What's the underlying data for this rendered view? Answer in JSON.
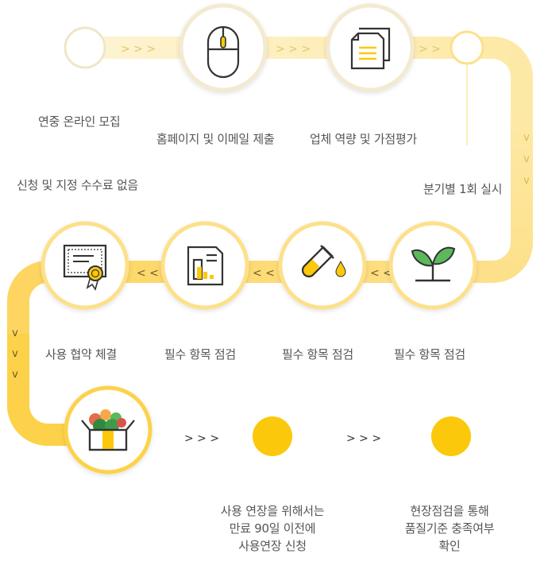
{
  "steps": {
    "recruit": "연중 온라인 모집",
    "submit": "홈페이지 및 이메일 제출",
    "evaluate": "업체 역량 및 가점평가",
    "quarterly": "분기별 1회 실시",
    "no_fee": "신청 및 지정 수수료 없음",
    "agreement": "사용 협약 체결",
    "check_1": "필수 항목 점검",
    "check_2": "필수 항목 점검",
    "check_3": "필수 항목 점검",
    "renewal": "사용 연장을 위해서는\n만료 90일 이전에\n사용연장 신청",
    "inspection": "현장점검을 통해\n품질기준 충족여부 확인"
  },
  "arrows": {
    "right": ">  >  >",
    "right_short": ">  >",
    "left": "<  <",
    "down": "v"
  },
  "colors": {
    "track_light": "#fdf0c2",
    "track_mid": "#fde08a",
    "track_yellow": "#fdd24a",
    "accent": "#fcc80c",
    "icon_dark": "#333333",
    "text": "#555555"
  },
  "icons": [
    "mouse-icon",
    "documents-icon",
    "plant-icon",
    "test-tube-icon",
    "report-chart-icon",
    "certificate-icon",
    "produce-box-icon"
  ]
}
